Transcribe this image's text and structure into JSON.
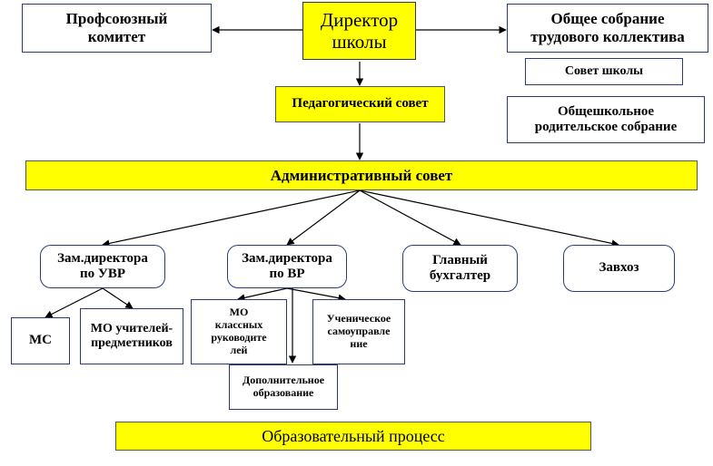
{
  "nodes": {
    "director": "Директор\nшколы",
    "trade_union": "Профсоюзный\nкомитет",
    "general_meeting": "Общее собрание\nтрудового коллектива",
    "school_council": "Совет школы",
    "parent_meeting": "Общешкольное\nродительское собрание",
    "ped_council": "Педагогический совет",
    "admin_council": "Административный  совет",
    "deputy_uvr": "Зам.директора\nпо УВР",
    "deputy_vr": "Зам.директора\nпо ВР",
    "accountant": "Главный\nбухгалтер",
    "supply_manager": "Завхоз",
    "ms": "МС",
    "mo_subject_teachers": "МО учителей-\nпредметников",
    "mo_class_leaders": "МО\nклассных\nруководите\nлей",
    "student_government": "Ученическое\nсамоуправле\nние",
    "additional_education": "Дополнительное\nобразование",
    "educational_process": "Образовательный процесс"
  },
  "colors": {
    "highlight": "#ffff00",
    "frame": "#2e3a78",
    "line": "#000000"
  }
}
